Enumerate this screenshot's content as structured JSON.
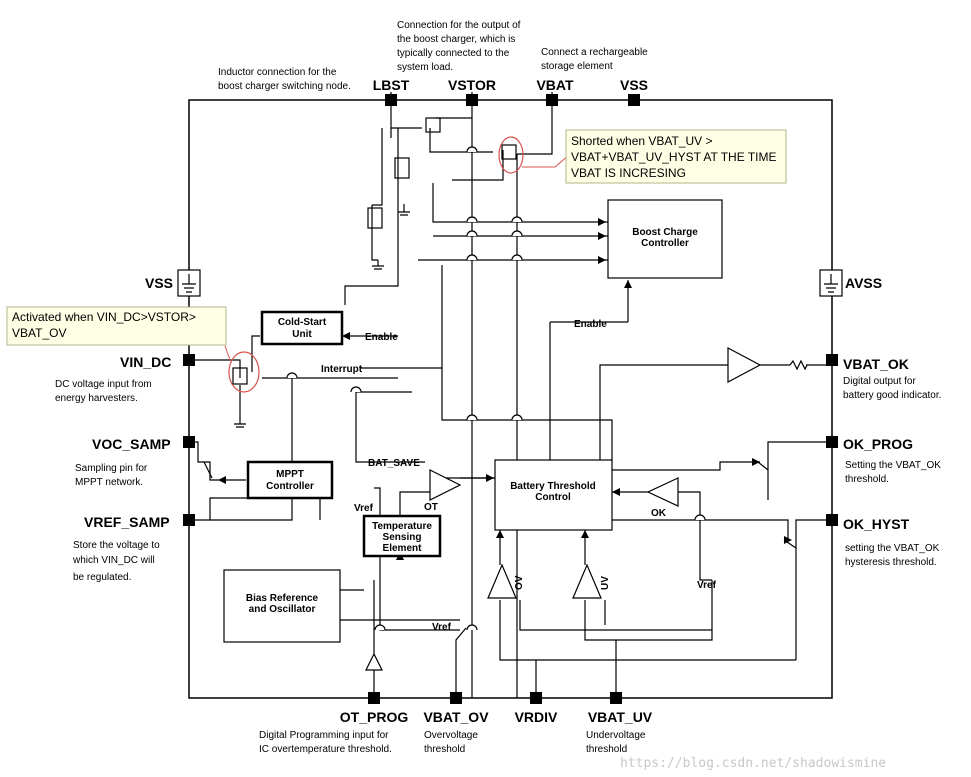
{
  "pins": {
    "lbst": "LBST",
    "vstor": "VSTOR",
    "vbat": "VBAT",
    "vss_top": "VSS",
    "vss_left": "VSS",
    "avss": "AVSS",
    "vin_dc": "VIN_DC",
    "voc_samp": "VOC_SAMP",
    "vref_samp": "VREF_SAMP",
    "vbat_ok": "VBAT_OK",
    "ok_prog": "OK_PROG",
    "ok_hyst": "OK_HYST",
    "ot_prog": "OT_PROG",
    "vbat_ov": "VBAT_OV",
    "vrdiv": "VRDIV",
    "vbat_uv": "VBAT_UV"
  },
  "descriptions": {
    "lbst": [
      "Inductor connection for the",
      "boost charger switching node."
    ],
    "vstor": [
      "Connection for the output of",
      "the boost charger, which is",
      "typically connected to the",
      "system load."
    ],
    "vbat": [
      "Connect a rechargeable",
      "storage element"
    ],
    "vin_dc": [
      "DC voltage input from",
      "energy harvesters."
    ],
    "voc_samp": [
      "Sampling pin for",
      "MPPT network."
    ],
    "vref_samp": [
      "Store the voltage to",
      "which VIN_DC will",
      "be regulated."
    ],
    "vbat_ok": [
      "Digital output for",
      "battery good indicator."
    ],
    "ok_prog": [
      "Setting the VBAT_OK",
      "threshold."
    ],
    "ok_hyst": [
      "setting the VBAT_OK",
      "hysteresis threshold."
    ],
    "ot_prog": [
      "Digital Programming input for",
      "IC overtemperature threshold."
    ],
    "vbat_ov": [
      "Overvoltage",
      "threshold"
    ],
    "vbat_uv": [
      "Undervoltage",
      "threshold"
    ]
  },
  "blocks": {
    "boost": [
      "Boost Charge",
      "Controller"
    ],
    "cold": [
      "Cold-Start",
      "Unit"
    ],
    "mppt": [
      "MPPT",
      "Controller"
    ],
    "batt": [
      "Battery Threshold",
      "Control"
    ],
    "temp": [
      "Temperature",
      "Sensing",
      "Element"
    ],
    "bias": [
      "Bias Reference",
      "and Oscillator"
    ]
  },
  "signals": {
    "enable_cold": "Enable",
    "enable_boost": "Enable",
    "interrupt": "Interrupt",
    "bat_save": "BAT_SAVE",
    "vref_left": "Vref",
    "ot": "OT",
    "ok": "OK",
    "vref_bottom": "Vref",
    "vref_right": "Vref",
    "ov": "OV",
    "uv": "UV"
  },
  "callouts": {
    "vbat_uv": [
      "Shorted when VBAT_UV >",
      "VBAT+VBAT_UV_HYST AT THE TIME",
      "VBAT IS INCRESING"
    ],
    "vin_dc": [
      "Activated when VIN_DC>VSTOR>",
      "VBAT_OV"
    ]
  },
  "watermark": "https://blog.csdn.net/shadowismine",
  "colors": {
    "callout_fill": "#ffffe6",
    "highlight_circle": "#d9534f",
    "watermark": "#c8c8c8"
  }
}
